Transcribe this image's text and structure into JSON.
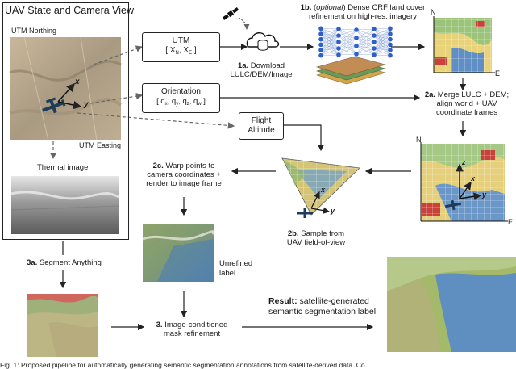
{
  "left_panel": {
    "title": "UAV State and Camera View",
    "utm_northing": "UTM Northing",
    "utm_easting": "UTM Easting",
    "axis_x": "x",
    "axis_y": "y",
    "thermal_label": "Thermal image"
  },
  "utm_box": {
    "title": "UTM",
    "coords": "[ X",
    "sub_n": "N",
    "comma": ", X",
    "sub_e": "E",
    "close": " ]"
  },
  "orientation_box": {
    "title": "Orientation",
    "open": "[ q",
    "s_x": "x",
    "s_y": "y",
    "s_z": "z",
    "s_w": "w",
    "sep": ", q",
    "close": " ]"
  },
  "altitude_box": {
    "line1": "Flight",
    "line2": "Altitude"
  },
  "step_1a": {
    "num": "1a.",
    "line1": "Download",
    "line2": "LULC/DEM/Image"
  },
  "step_1b": {
    "num": "1b.",
    "optional": "optional",
    "line1_rest": ") Dense CRF land cover",
    "line2": "refinement on high-res. imagery"
  },
  "step_2a": {
    "num": "2a.",
    "line1": "Merge LULC + DEM;",
    "line2": "align world + UAV",
    "line3": "coordinate frames"
  },
  "step_2b": {
    "num": "2b.",
    "line1": "Sample from",
    "line2": "UAV field-of-view"
  },
  "step_2c": {
    "num": "2c.",
    "line1": "Warp points to",
    "line2": "camera coordinates +",
    "line3": "render to image frame"
  },
  "step_3a": {
    "num": "3a.",
    "text": "Segment Anything"
  },
  "step_3": {
    "num": "3.",
    "line1": "Image-conditioned",
    "line2": "mask refinement"
  },
  "unrefined": {
    "line1": "Unrefined",
    "line2": "label"
  },
  "result": {
    "prefix": "Result:",
    "line1": " satellite-generated",
    "line2": "semantic segmentation label"
  },
  "compass": {
    "n1": "N",
    "e1": "E",
    "n2": "N",
    "e2": "E",
    "x": "x",
    "y": "y",
    "z": "z"
  },
  "fov": {
    "x": "x",
    "y": "y"
  },
  "caption": "Fig. 1: Proposed pipeline for automatically generating semantic segmentation annotations from satellite-derived data. Co",
  "colors": {
    "line": "#222222",
    "dashed": "#666666",
    "water": "#3b6ea8",
    "urban": "#c8413a",
    "vegetation": "#7aa05a",
    "grass": "#d9c46a"
  }
}
